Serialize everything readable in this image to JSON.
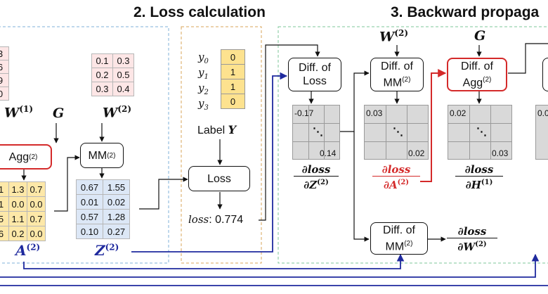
{
  "sections": {
    "loss_calc": "2. Loss calculation",
    "backward": "3. Backward propaga"
  },
  "left": {
    "partial_matrix": [
      "3",
      "6",
      "9",
      "0"
    ],
    "w1": "W",
    "w1_sup": "(1)",
    "g": "G",
    "agg": "Agg",
    "agg_sup": "(2)",
    "a_matrix": [
      [
        "1",
        "1.3",
        "0.7"
      ],
      [
        "1",
        "0.0",
        "0.0"
      ],
      [
        "5",
        "1.1",
        "0.7"
      ],
      [
        "6",
        "0.2",
        "0.0"
      ]
    ],
    "a_label": "A",
    "a_sup": "(2)"
  },
  "middle": {
    "w2_matrix": [
      [
        "0.1",
        "0.3"
      ],
      [
        "0.2",
        "0.5"
      ],
      [
        "0.3",
        "0.4"
      ]
    ],
    "w2": "W",
    "w2_sup": "(2)",
    "mm": "MM",
    "mm_sup": "(2)",
    "z_matrix": [
      [
        "0.67",
        "1.55"
      ],
      [
        "0.01",
        "0.02"
      ],
      [
        "0.57",
        "1.28"
      ],
      [
        "0.10",
        "0.27"
      ]
    ],
    "z_label": "Z",
    "z_sup": "(2)"
  },
  "loss": {
    "y_vars": [
      "y",
      "y",
      "y",
      "y"
    ],
    "y_subs": [
      "0",
      "1",
      "2",
      "3"
    ],
    "y_values": [
      "0",
      "1",
      "1",
      "0"
    ],
    "label_text": "Label",
    "label_var": "Y",
    "loss_box": "Loss",
    "loss_var": "loss",
    "loss_value": ": 0.774"
  },
  "backward": {
    "diff_loss": [
      "Diff. of",
      "Loss"
    ],
    "diff_mm_top": [
      "Diff. of",
      "MM"
    ],
    "diff_mm_top_sup": "(2)",
    "diff_agg": [
      "Diff. of",
      "Agg"
    ],
    "diff_agg_sup": "(2)",
    "diff_mm_bottom": [
      "Diff. of",
      "MM"
    ],
    "diff_mm_bottom_sup": "(2)",
    "partial_box": "I",
    "w2_top": "W",
    "w2_top_sup": "(2)",
    "g_top": "G",
    "grid1": {
      "tl": "-0.17",
      "br": "0.14"
    },
    "grid2": {
      "tl": "0.03",
      "br": "0.02"
    },
    "grid3": {
      "tl": "0.02",
      "br": "0.03"
    },
    "grid4": {
      "tl": "0.0"
    },
    "dots": "⋱",
    "frac_z": {
      "num": "∂loss",
      "den": "∂Z",
      "sup": "(2)"
    },
    "frac_a": {
      "num": "∂loss",
      "den": "∂A",
      "sup": "(2)"
    },
    "frac_h": {
      "num": "∂loss",
      "den": "∂H",
      "sup": "(1)"
    },
    "frac_w": {
      "num": "∂loss",
      "den": "∂W",
      "sup": "(2)"
    }
  },
  "colors": {
    "red": "#d42a2a",
    "blue": "#1f2a9e",
    "section_border_blue": "#7fb0d8",
    "section_border_orange": "#d9a45a",
    "section_border_green": "#7cc79a"
  }
}
